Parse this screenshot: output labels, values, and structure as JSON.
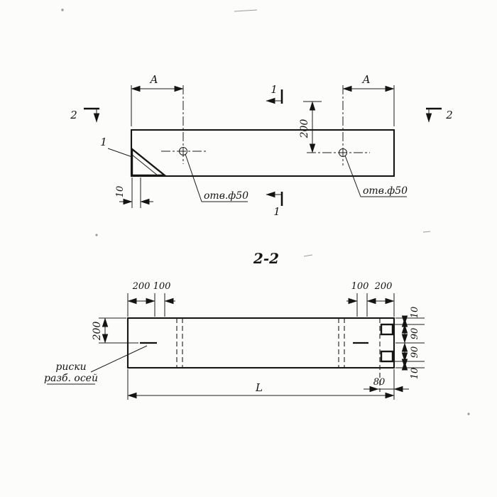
{
  "plan_view": {
    "a_left": "A",
    "a_right": "A",
    "vert_200": "200",
    "thickness_10": "10",
    "cut1_top": "1",
    "cut1_bottom": "1",
    "cut2_left": "2",
    "cut2_right": "2",
    "corner_detail": "1",
    "hole_left": "отв.ф50",
    "hole_right": "отв.ф50"
  },
  "section_view": {
    "title": "2-2",
    "top_left_200": "200",
    "top_left_100": "100",
    "top_right_100": "100",
    "top_right_200": "200",
    "height_200": "200",
    "right_10_top": "10",
    "right_90_top": "90",
    "right_90_bottom": "90",
    "right_10_bottom": "10",
    "bottom_80": "80",
    "length_L": "L",
    "axis_line1": "риски",
    "axis_line2": "разб. осей"
  }
}
